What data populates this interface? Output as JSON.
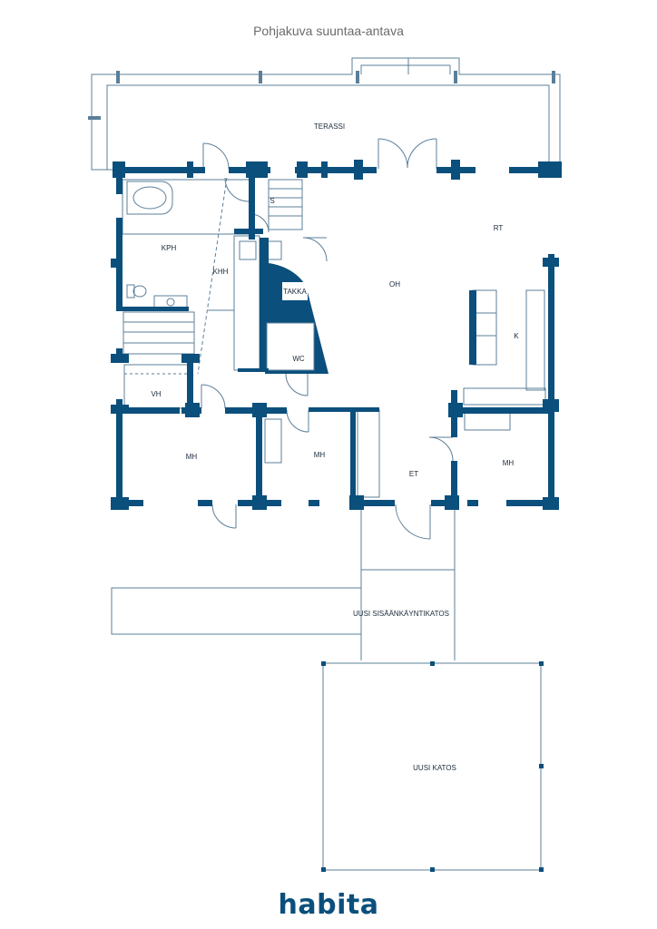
{
  "title": "Pohjakuva suuntaa-antava",
  "rooms": {
    "terassi": "TERASSI",
    "s": "S",
    "rt": "RT",
    "kph": "KPH",
    "khh": "KHH",
    "takka": "TAKKA",
    "oh": "OH",
    "k": "K",
    "wc": "WC",
    "vh": "VH",
    "mh1": "MH",
    "mh2": "MH",
    "et": "ET",
    "mh3": "MH",
    "sisaankaynti": "UUSI SISÄÄNKÄYNTIKATOS",
    "katos": "UUSI KATOS"
  },
  "logo": "habita",
  "colors": {
    "wall": "#0b4f7c",
    "line": "#5b7f99",
    "text": "#1b2a3a",
    "title": "#6b6b6b"
  }
}
